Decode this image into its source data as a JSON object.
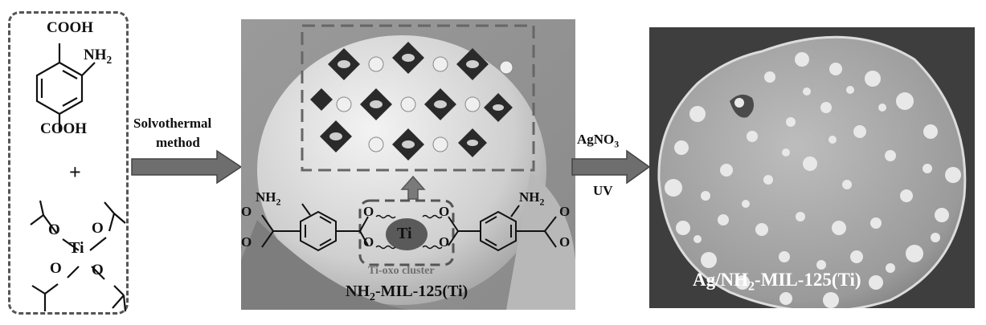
{
  "reactants": {
    "linker_top_group": "COOH",
    "linker_amine": "NH",
    "linker_amine_sub": "2",
    "linker_bottom_group": "COOH",
    "plus": "+",
    "metal": "Ti",
    "oxygen": "O"
  },
  "step1": {
    "line1": "Solvothermal",
    "line2": "method"
  },
  "mof": {
    "amine_left": "H",
    "amine_left_sub": "2",
    "amine_left_n": "N",
    "amine_right": "NH",
    "amine_right_sub": "2",
    "metal": "Ti",
    "oxygen": "O",
    "cluster_caption": "Ti-oxo cluster",
    "product_label_a": "NH",
    "product_label_sub": "2",
    "product_label_b": "-MIL-125(Ti)"
  },
  "step2": {
    "reagent": "AgNO",
    "reagent_sub": "3",
    "condition": "UV"
  },
  "final": {
    "label_a": "Ag/NH",
    "label_sub": "2",
    "label_b": "-MIL-125(Ti)"
  }
}
